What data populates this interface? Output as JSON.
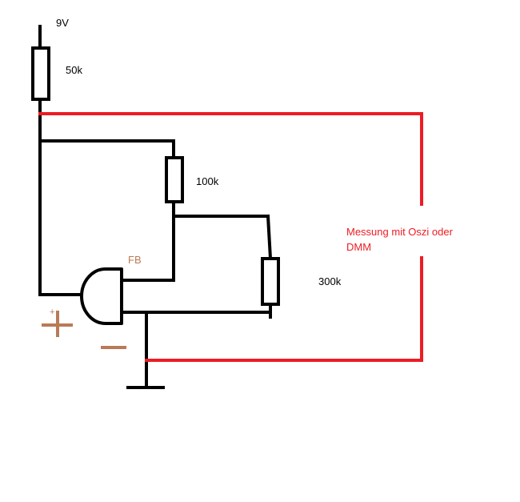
{
  "labels": {
    "supply": "9V",
    "r1": "50k",
    "r2": "100k",
    "r3": "300k",
    "buzzer": "FB",
    "measure_line1": "Messung mit Oszi oder",
    "measure_line2": "DMM",
    "plus_small": "+"
  },
  "colors": {
    "wire": "#000000",
    "measure": "#ed1c24",
    "polarity": "#b97a57",
    "background": "#ffffff"
  }
}
